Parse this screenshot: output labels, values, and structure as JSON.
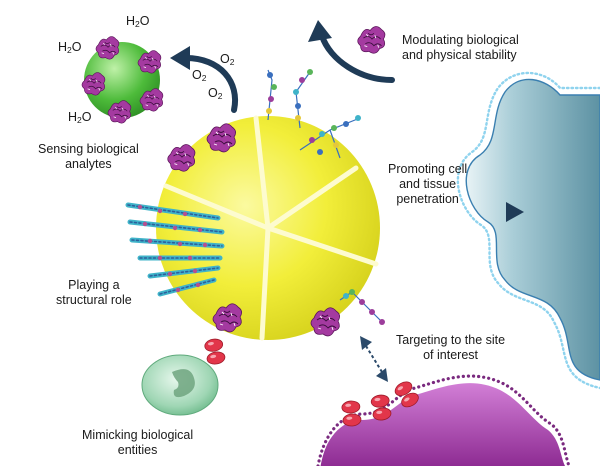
{
  "labels": {
    "modulating": [
      "Modulating biological",
      "and physical stability"
    ],
    "sensing": [
      "Sensing biological",
      "analytes"
    ],
    "promoting": [
      "Promoting cell",
      "and tissue",
      "penetration"
    ],
    "structural": [
      "Playing a",
      "structural role"
    ],
    "targeting": [
      "Targeting to the site",
      "of interest"
    ],
    "mimicking": [
      "Mimicking biological",
      "entities"
    ]
  },
  "chemistry": {
    "water": {
      "base": "H",
      "sub": "2",
      "tail": "O"
    },
    "oxygen": {
      "base": "O",
      "sub": "2"
    }
  },
  "colors": {
    "nanoparticle_yellow": "#f2ee3a",
    "sensor_green": "#4dbb3a",
    "protein_purple": "#8d2a8a",
    "receptor_red": "#e2364a",
    "cell_blue": "#8db6c2",
    "arrow_navy": "#1f3b57",
    "cell_green": "#9fd6b4",
    "membrane_purple": "#b04fb5"
  }
}
